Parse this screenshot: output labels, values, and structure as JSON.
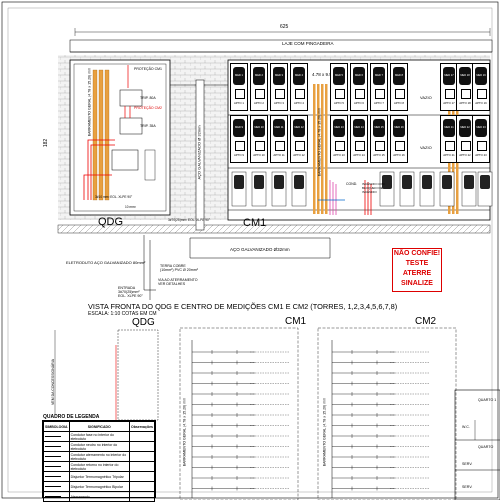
{
  "top": {
    "overall_dim": "625",
    "slab_label": "LAJE COM PINGADEIRA"
  },
  "elevation": {
    "qdg_label": "QDG",
    "cm1_label": "CM1",
    "pipe_label": "AÇO GALVANIZADO Ø32mm",
    "side_pipe_label": "AÇO GALVANIZADO Ø 32mm",
    "barrament_label": "BARRAMENTO GERAL (4.78 x 15.20) mm",
    "barrament_label_2": "BARRAMENTO GERAL (4.78 x 15.20) mm",
    "dim_left": "182",
    "top_box_dim": "4.78 x 9.52",
    "protection_labels": [
      "PROTEÇÃO CM1",
      "PROTEÇÃO CM2",
      "TRIP. 80A",
      "TRIP. 35A"
    ],
    "electrode_label": "ELETRODUTO AÇO GALVANIZADO 80mm²",
    "ground_label": "TERRA COBRE (10mm²) PVC Ø 20mm²",
    "via_label": "VIA AO ATERRAMENTO VER DETALHES",
    "entry_label": "ENTRADA 3#70(25)mm² EOL. XLPE 90°",
    "small_labels": [
      "3#10 mm² EOL. XLPE 90°",
      "10 mm²",
      "3#70(25)mm² EOL. XLPE 90°"
    ],
    "vazio_label": "VAZIO",
    "note_label": "INCÊNDIO COM BLOQUEIO DE INCÊNDIO",
    "cond_label": "COND."
  },
  "meters": {
    "rows": [
      {
        "meters": [
          "MED 1",
          "MED 2",
          "MED 3",
          "MED 4"
        ],
        "aptos": [
          "APTO 1",
          "APTO 2",
          "APTO 3",
          "APTO 4"
        ],
        "right_meters": [
          "MED 5",
          "MED 6",
          "MED 7",
          "MED 8"
        ],
        "right_aptos": [
          "APTO 5",
          "APTO 6",
          "APTO 7",
          "APTO 8"
        ],
        "far_meters": [
          "MED 17",
          "MED 18",
          "MED 19",
          "MED 20"
        ],
        "far_aptos": [
          "APTO 17",
          "APTO 18",
          "APTO 19",
          "APTO 20"
        ]
      },
      {
        "meters": [
          "MED 9",
          "MED 10",
          "MED 11",
          "MED 12"
        ],
        "aptos": [
          "APTO 9",
          "APTO 10",
          "APTO 11",
          "APTO 12"
        ],
        "right_meters": [
          "MED 13",
          "MED 14",
          "MED 15",
          "MED 16"
        ],
        "right_aptos": [
          "APTO 13",
          "APTO 14",
          "APTO 15",
          "APTO 16"
        ],
        "far_meters": [
          "MED 21",
          "MED 22",
          "MED 23",
          "MED 24"
        ],
        "far_aptos": [
          "APTO 21",
          "APTO 22",
          "APTO 23",
          "APTO 24"
        ]
      }
    ]
  },
  "warning": {
    "line1": "NÃO CONFIE!",
    "line2": "TESTE",
    "line3": "ATERRE",
    "line4": "SINALIZE"
  },
  "title": {
    "main": "VISTA FRONTA DO QDG E CENTRO DE MEDIÇÕES CM1 E CM2 (TORRES, 1,2,3,4,5,6,7,8)",
    "scale": "ESCALA: 1:10  COTAS EM CM"
  },
  "schematic": {
    "qdg": "QDG",
    "cm1": "CM1",
    "cm2": "CM2",
    "bar_label": "BARRAMENTO GERAL (4.78 x 15.20) mm",
    "bar_label_2": "BARRAMENTO GERAL (4.78 x 15.20) mm",
    "qdg_vertical": "VEM DA CONCESSIONÁRIA"
  },
  "legend": {
    "title": "QUADRO DE LEGENDA",
    "headers": [
      "SIMBOLOGIA",
      "SIGNIFICADO",
      "Observações"
    ],
    "rows": [
      [
        "Condutor fase no interior do eletroduto",
        ""
      ],
      [
        "Condutor neutro no interior do eletroduto",
        ""
      ],
      [
        "Condutor aterramento no interior do eletroduto",
        ""
      ],
      [
        "Condutor retorno no interior do eletroduto",
        ""
      ],
      [
        "Disjuntor Termomagnético Tripolar",
        ""
      ],
      [
        "Disjuntor Termomagnético Bipolar",
        ""
      ],
      [
        "Aterramento",
        ""
      ]
    ]
  },
  "floorplan": {
    "rooms": [
      "QUARTO 1",
      "W.C.",
      "QUARTO",
      "SERV.",
      "SERV."
    ]
  }
}
